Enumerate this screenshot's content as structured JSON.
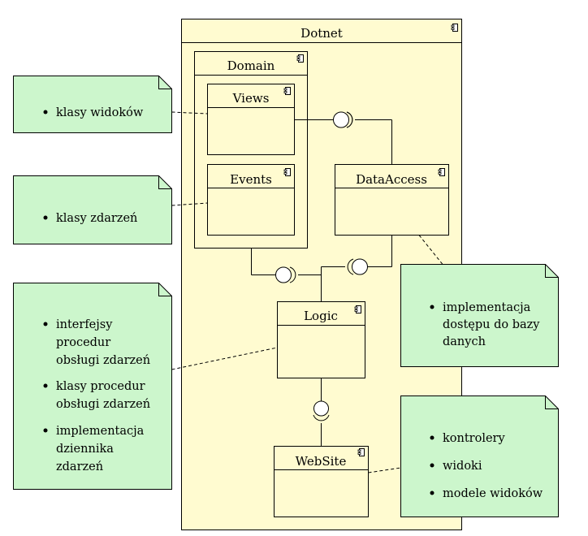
{
  "components": {
    "dotnet": "Dotnet",
    "domain": "Domain",
    "views": "Views",
    "events": "Events",
    "data_access": "DataAccess",
    "logic": "Logic",
    "website": "WebSite"
  },
  "notes": {
    "views_note": [
      "klasy widoków"
    ],
    "events_note": [
      "klasy zdarzeń"
    ],
    "logic_note": [
      [
        "interfejsy",
        "procedur",
        "obsługi zdarzeń"
      ],
      [
        "klasy procedur",
        "obsługi zdarzeń"
      ],
      [
        "implementacja",
        "dziennika",
        "zdarzeń"
      ]
    ],
    "data_access_note": [
      [
        "implementacja",
        "dostępu do bazy",
        "danych"
      ]
    ],
    "website_note": [
      "kontrolery",
      "widoki",
      "modele widoków"
    ]
  },
  "icons": {
    "component": "component-icon"
  }
}
